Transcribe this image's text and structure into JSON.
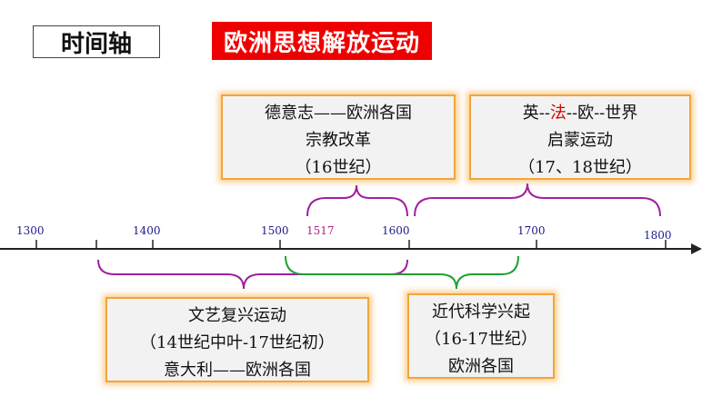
{
  "header": {
    "label": "时间轴",
    "title": "欧洲思想解放运动"
  },
  "timeline": {
    "ticks": [
      "1300",
      "1400",
      "1500",
      "1517",
      "1600",
      "1700",
      "1800"
    ]
  },
  "cards": {
    "reformation": {
      "line1": "德意志——欧洲各国",
      "line2": "宗教改革",
      "line3": "（16世纪）"
    },
    "enlightenment": {
      "line1_a": "英--",
      "line1_b": "法",
      "line1_c": "--欧--世界",
      "line2": "启蒙运动",
      "line3": "（17、18世纪）"
    },
    "renaissance": {
      "line1": "文艺复兴运动",
      "line2": "（14世纪中叶-17世纪初）",
      "line3": "意大利——欧洲各国"
    },
    "science": {
      "line1": "近代科学兴起",
      "line2": "（16-17世纪）",
      "line3": "欧洲各国"
    }
  },
  "colors": {
    "brace_purple": "#a020a0",
    "brace_green": "#1ea030",
    "title_red": "#ee0000",
    "card_border": "#f2a53a"
  }
}
